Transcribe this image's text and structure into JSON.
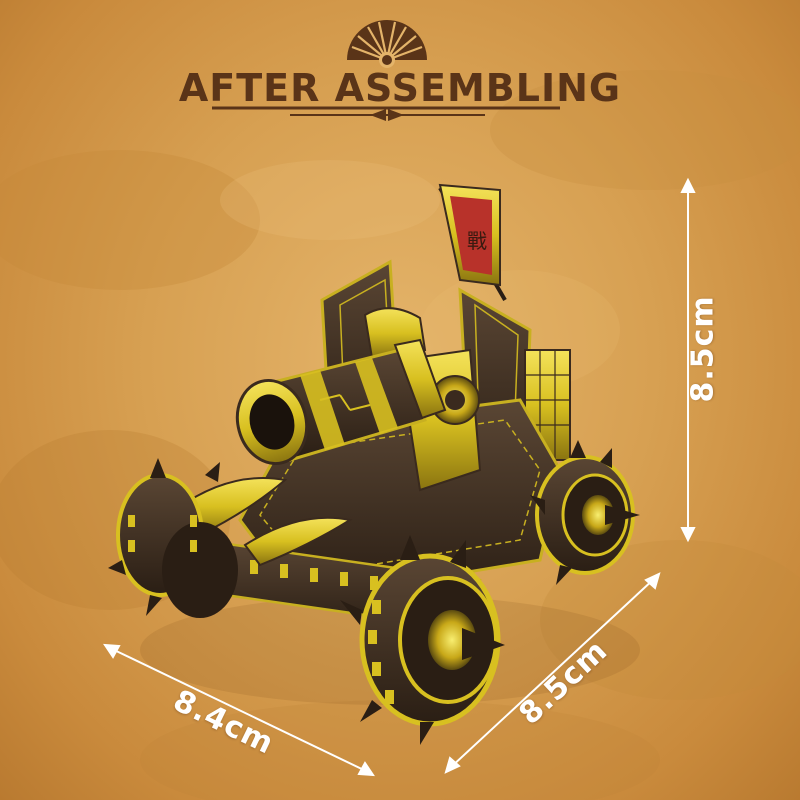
{
  "header": {
    "title": "AFTER ASSEMBLING"
  },
  "banner": {
    "glyph": "戰"
  },
  "dimensions": {
    "height_label": "8.5cm",
    "depth_label": "8.5cm",
    "width_label": "8.4cm"
  },
  "colors": {
    "background": "#d7a052",
    "title_text": "#5a3418",
    "gold": "#d8c020",
    "dark_bronze": "#3a2a1e",
    "banner_red": "#b8322a",
    "dimension_lines": "#ffffff"
  }
}
